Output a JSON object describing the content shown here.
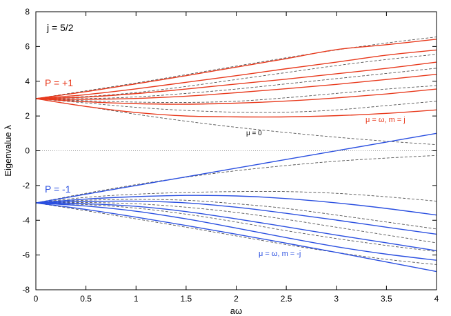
{
  "chart_data": {
    "type": "line",
    "xlabel": "aω",
    "ylabel": "Eigenvalue λ",
    "xlim": [
      0,
      4
    ],
    "ylim": [
      -8,
      8
    ],
    "x_ticks": [
      0,
      0.5,
      1,
      1.5,
      2,
      2.5,
      3,
      3.5,
      4
    ],
    "x_tick_labels": [
      "0",
      "0.5",
      "1",
      "1.5",
      "2",
      "2.5",
      "3",
      "3.5",
      "4"
    ],
    "y_ticks": [
      -8,
      -6,
      -4,
      -2,
      0,
      2,
      4,
      6,
      8
    ],
    "y_tick_labels": [
      "-8",
      "-6",
      "-4",
      "-2",
      "0",
      "2",
      "4",
      "6",
      "8"
    ],
    "grid": false,
    "colors": {
      "positive": "#e8391c",
      "negative": "#2a4fe0",
      "mu_zero": "#555555",
      "zero_line": "#999999"
    },
    "annotations": {
      "j_label": "j = 5/2",
      "p_plus": "P = +1",
      "p_minus": "P = -1",
      "mu_omega_pos": "μ = ω, m = j",
      "mu_omega_neg": "μ = ω, m = -j",
      "mu_zero": "μ = 0"
    },
    "x": [
      0,
      0.5,
      1,
      1.5,
      2,
      2.5,
      3,
      3.5,
      4
    ],
    "series": [
      {
        "group": "P=+1, μ=ω",
        "style": "solid",
        "values": [
          3,
          2.55,
          2.2,
          2.0,
          1.95,
          1.95,
          2.02,
          2.15,
          2.35
        ]
      },
      {
        "group": "P=+1, μ=ω",
        "style": "solid",
        "values": [
          3,
          2.82,
          2.71,
          2.68,
          2.74,
          2.86,
          3.04,
          3.27,
          3.55
        ]
      },
      {
        "group": "P=+1, μ=ω",
        "style": "solid",
        "values": [
          3,
          2.96,
          3.01,
          3.14,
          3.34,
          3.57,
          3.82,
          4.1,
          4.4
        ]
      },
      {
        "group": "P=+1, μ=ω",
        "style": "solid",
        "values": [
          3,
          3.09,
          3.29,
          3.55,
          3.84,
          4.12,
          4.43,
          4.74,
          5.1
        ]
      },
      {
        "group": "P=+1, μ=ω",
        "style": "solid",
        "values": [
          3,
          3.23,
          3.56,
          3.94,
          4.32,
          4.72,
          5.1,
          5.5,
          5.8
        ]
      },
      {
        "group": "P=+1, μ=ω",
        "style": "solid",
        "values": [
          3,
          3.4,
          3.85,
          4.32,
          4.81,
          5.3,
          5.82,
          6.1,
          6.42
        ]
      },
      {
        "group": "P=+1, μ=0",
        "style": "dashed",
        "values": [
          3,
          2.55,
          2.1,
          1.7,
          1.35,
          1.05,
          0.78,
          0.55,
          0.35
        ]
      },
      {
        "group": "P=+1, μ=0",
        "style": "dashed",
        "values": [
          3,
          2.75,
          2.5,
          2.32,
          2.22,
          2.22,
          2.35,
          2.6,
          2.85
        ]
      },
      {
        "group": "P=+1, μ=0",
        "style": "dashed",
        "values": [
          3,
          2.88,
          2.8,
          2.78,
          2.85,
          3.05,
          3.3,
          3.55,
          3.75
        ]
      },
      {
        "group": "P=+1, μ=0",
        "style": "dashed",
        "values": [
          3,
          3.0,
          3.1,
          3.3,
          3.55,
          3.85,
          4.15,
          4.45,
          4.75
        ]
      },
      {
        "group": "P=+1, μ=0",
        "style": "dashed",
        "values": [
          3,
          3.12,
          3.35,
          3.7,
          4.1,
          4.5,
          4.9,
          5.25,
          5.55
        ]
      },
      {
        "group": "P=+1, μ=0",
        "style": "dashed",
        "values": [
          3,
          3.45,
          3.9,
          4.38,
          4.87,
          5.35,
          5.8,
          6.2,
          6.55
        ]
      },
      {
        "group": "P=-1, μ=ω",
        "style": "solid",
        "values": [
          -3,
          -2.5,
          -2.0,
          -1.5,
          -1.0,
          -0.5,
          0.0,
          0.5,
          1.0
        ]
      },
      {
        "group": "P=-1, μ=ω",
        "style": "solid",
        "values": [
          -3,
          -2.78,
          -2.64,
          -2.57,
          -2.6,
          -2.75,
          -3.0,
          -3.32,
          -3.7
        ]
      },
      {
        "group": "P=-1, μ=ω",
        "style": "solid",
        "values": [
          -3,
          -2.92,
          -2.9,
          -3.0,
          -3.25,
          -3.6,
          -3.99,
          -4.4,
          -4.8
        ]
      },
      {
        "group": "P=-1, μ=ω",
        "style": "solid",
        "values": [
          -3,
          -3.05,
          -3.2,
          -3.5,
          -3.92,
          -4.38,
          -4.85,
          -5.3,
          -5.75
        ]
      },
      {
        "group": "P=-1, μ=ω",
        "style": "solid",
        "values": [
          -3,
          -3.18,
          -3.48,
          -3.92,
          -4.45,
          -5.0,
          -5.52,
          -5.95,
          -6.3
        ]
      },
      {
        "group": "P=-1, μ=ω",
        "style": "solid",
        "values": [
          -3,
          -3.38,
          -3.82,
          -4.3,
          -4.8,
          -5.32,
          -5.85,
          -6.4,
          -6.95
        ]
      },
      {
        "group": "P=-1, μ=0",
        "style": "dashed",
        "values": [
          -3,
          -2.45,
          -1.95,
          -1.52,
          -1.15,
          -0.85,
          -0.6,
          -0.42,
          -0.27
        ]
      },
      {
        "group": "P=-1, μ=0",
        "style": "dashed",
        "values": [
          -3,
          -2.68,
          -2.5,
          -2.4,
          -2.35,
          -2.35,
          -2.45,
          -2.65,
          -2.9
        ]
      },
      {
        "group": "P=-1, μ=0",
        "style": "dashed",
        "values": [
          -3,
          -2.85,
          -2.8,
          -2.85,
          -3.05,
          -3.32,
          -3.7,
          -4.1,
          -4.5
        ]
      },
      {
        "group": "P=-1, μ=0",
        "style": "dashed",
        "values": [
          -3,
          -2.98,
          -3.05,
          -3.25,
          -3.55,
          -3.95,
          -4.4,
          -4.85,
          -5.3
        ]
      },
      {
        "group": "P=-1, μ=0",
        "style": "dashed",
        "values": [
          -3,
          -3.1,
          -3.3,
          -3.65,
          -4.1,
          -4.6,
          -5.05,
          -5.45,
          -5.8
        ]
      },
      {
        "group": "P=-1, μ=0",
        "style": "dashed",
        "values": [
          -3,
          -3.45,
          -3.92,
          -4.4,
          -4.9,
          -5.4,
          -5.85,
          -6.25,
          -6.55
        ]
      }
    ]
  }
}
